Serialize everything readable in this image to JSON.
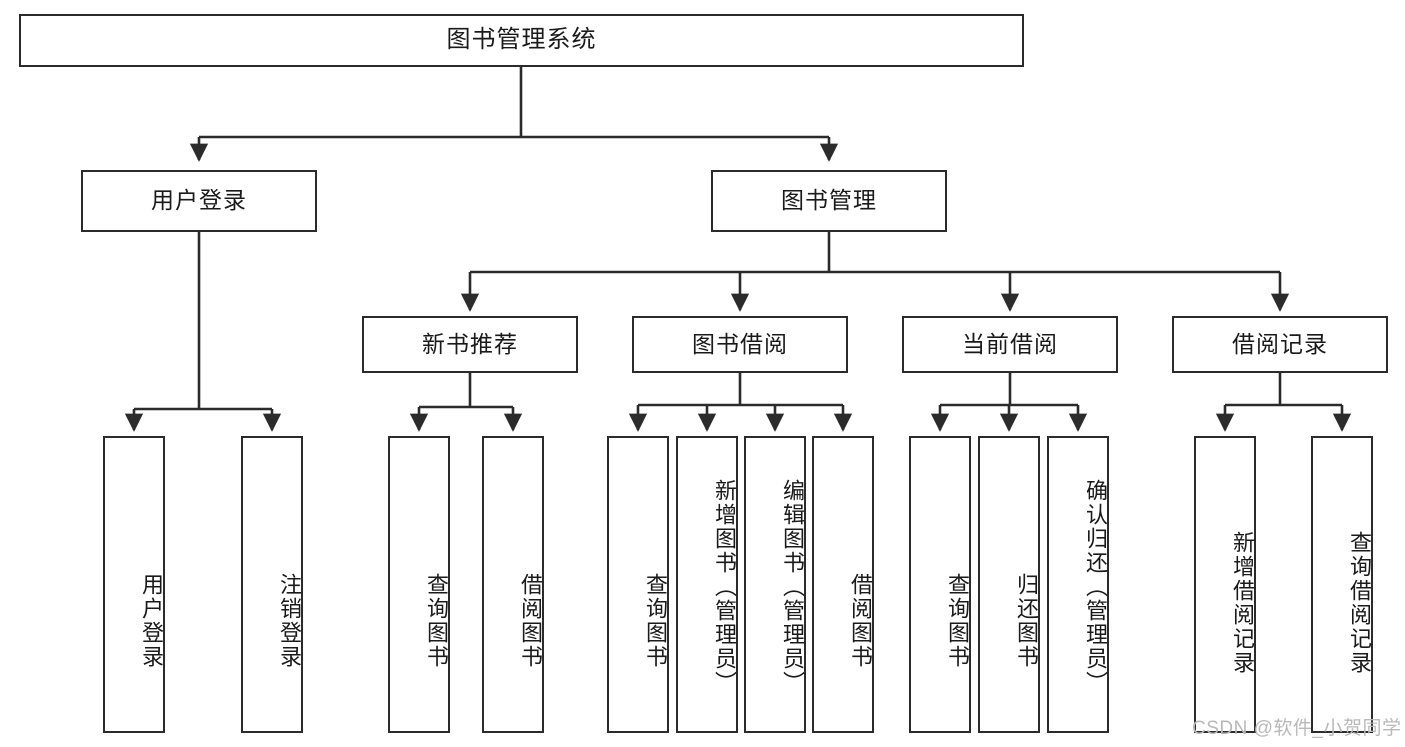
{
  "diagram": {
    "title": "图书管理系统",
    "type": "hierarchy-tree",
    "stroke_color": "#2b2b2b",
    "text_color": "#1a1a1a",
    "background": "#ffffff",
    "levels": [
      {
        "level": 1,
        "nodes": [
          {
            "id": "root",
            "label": "图书管理系统",
            "orientation": "horizontal"
          }
        ]
      },
      {
        "level": 2,
        "nodes": [
          {
            "id": "user-login",
            "label": "用户登录",
            "orientation": "horizontal"
          },
          {
            "id": "book-manage",
            "label": "图书管理",
            "orientation": "horizontal"
          }
        ]
      },
      {
        "level": 3,
        "nodes": [
          {
            "id": "new-book-rec",
            "label": "新书推荐",
            "orientation": "horizontal"
          },
          {
            "id": "book-borrow",
            "label": "图书借阅",
            "orientation": "horizontal"
          },
          {
            "id": "current-borrow",
            "label": "当前借阅",
            "orientation": "horizontal"
          },
          {
            "id": "borrow-record",
            "label": "借阅记录",
            "orientation": "horizontal"
          }
        ]
      },
      {
        "level": 4,
        "nodes": [
          {
            "id": "leaf-user-login",
            "label": "用户登录",
            "orientation": "vertical",
            "parent": "user-login"
          },
          {
            "id": "leaf-user-logout",
            "label": "注销登录",
            "orientation": "vertical",
            "parent": "user-login"
          },
          {
            "id": "leaf-query-book-1",
            "label": "查询图书",
            "orientation": "vertical",
            "parent": "new-book-rec"
          },
          {
            "id": "leaf-borrow-book-1",
            "label": "借阅图书",
            "orientation": "vertical",
            "parent": "new-book-rec"
          },
          {
            "id": "leaf-query-book-2",
            "label": "查询图书",
            "orientation": "vertical",
            "parent": "book-borrow"
          },
          {
            "id": "leaf-add-book",
            "label": "新增图书（管理员）",
            "orientation": "vertical",
            "parent": "book-borrow"
          },
          {
            "id": "leaf-edit-book",
            "label": "编辑图书（管理员）",
            "orientation": "vertical",
            "parent": "book-borrow"
          },
          {
            "id": "leaf-borrow-book-2",
            "label": "借阅图书",
            "orientation": "vertical",
            "parent": "book-borrow"
          },
          {
            "id": "leaf-query-book-3",
            "label": "查询图书",
            "orientation": "vertical",
            "parent": "current-borrow"
          },
          {
            "id": "leaf-return-book",
            "label": "归还图书",
            "orientation": "vertical",
            "parent": "current-borrow"
          },
          {
            "id": "leaf-confirm-return",
            "label": "确认归还（管理员）",
            "orientation": "vertical",
            "parent": "current-borrow"
          },
          {
            "id": "leaf-add-record",
            "label": "新增借阅记录",
            "orientation": "vertical",
            "parent": "borrow-record"
          },
          {
            "id": "leaf-query-record",
            "label": "查询借阅记录",
            "orientation": "vertical",
            "parent": "borrow-record"
          }
        ]
      }
    ]
  },
  "watermark": {
    "text": "CSDN @软件_小贺同学",
    "color": "#b9b9b9"
  }
}
